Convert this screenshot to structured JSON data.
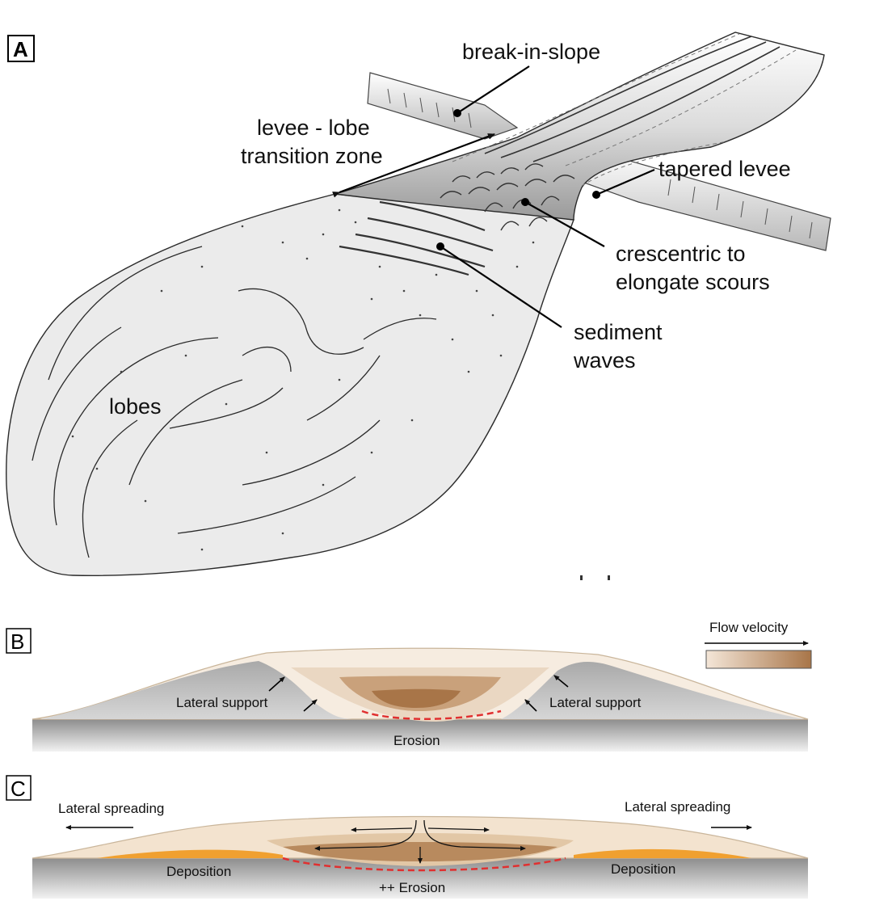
{
  "panel_a": {
    "letter": "A",
    "labels": {
      "break_in_slope": "break-in-slope",
      "transition_line1": "levee - lobe",
      "transition_line2": "transition zone",
      "tapered_levee": "tapered levee",
      "scours_line1": "crescentric to",
      "scours_line2": "elongate scours",
      "waves_line1": "sediment",
      "waves_line2": "waves",
      "lobes": "lobes"
    }
  },
  "panel_b": {
    "letter": "B",
    "flow_velocity_label": "Flow velocity",
    "lateral_support_left": "Lateral support",
    "lateral_support_right": "Lateral support",
    "erosion": "Erosion",
    "colors": {
      "velocity_low": "#f4e6d8",
      "velocity_high": "#a87548",
      "erosion_line": "#e03030"
    }
  },
  "panel_c": {
    "letter": "C",
    "lateral_spreading_left": "Lateral spreading",
    "lateral_spreading_right": "Lateral spreading",
    "deposition_left": "Deposition",
    "deposition_right": "Deposition",
    "erosion": "++ Erosion",
    "colors": {
      "deposition": "#f0a030"
    }
  }
}
